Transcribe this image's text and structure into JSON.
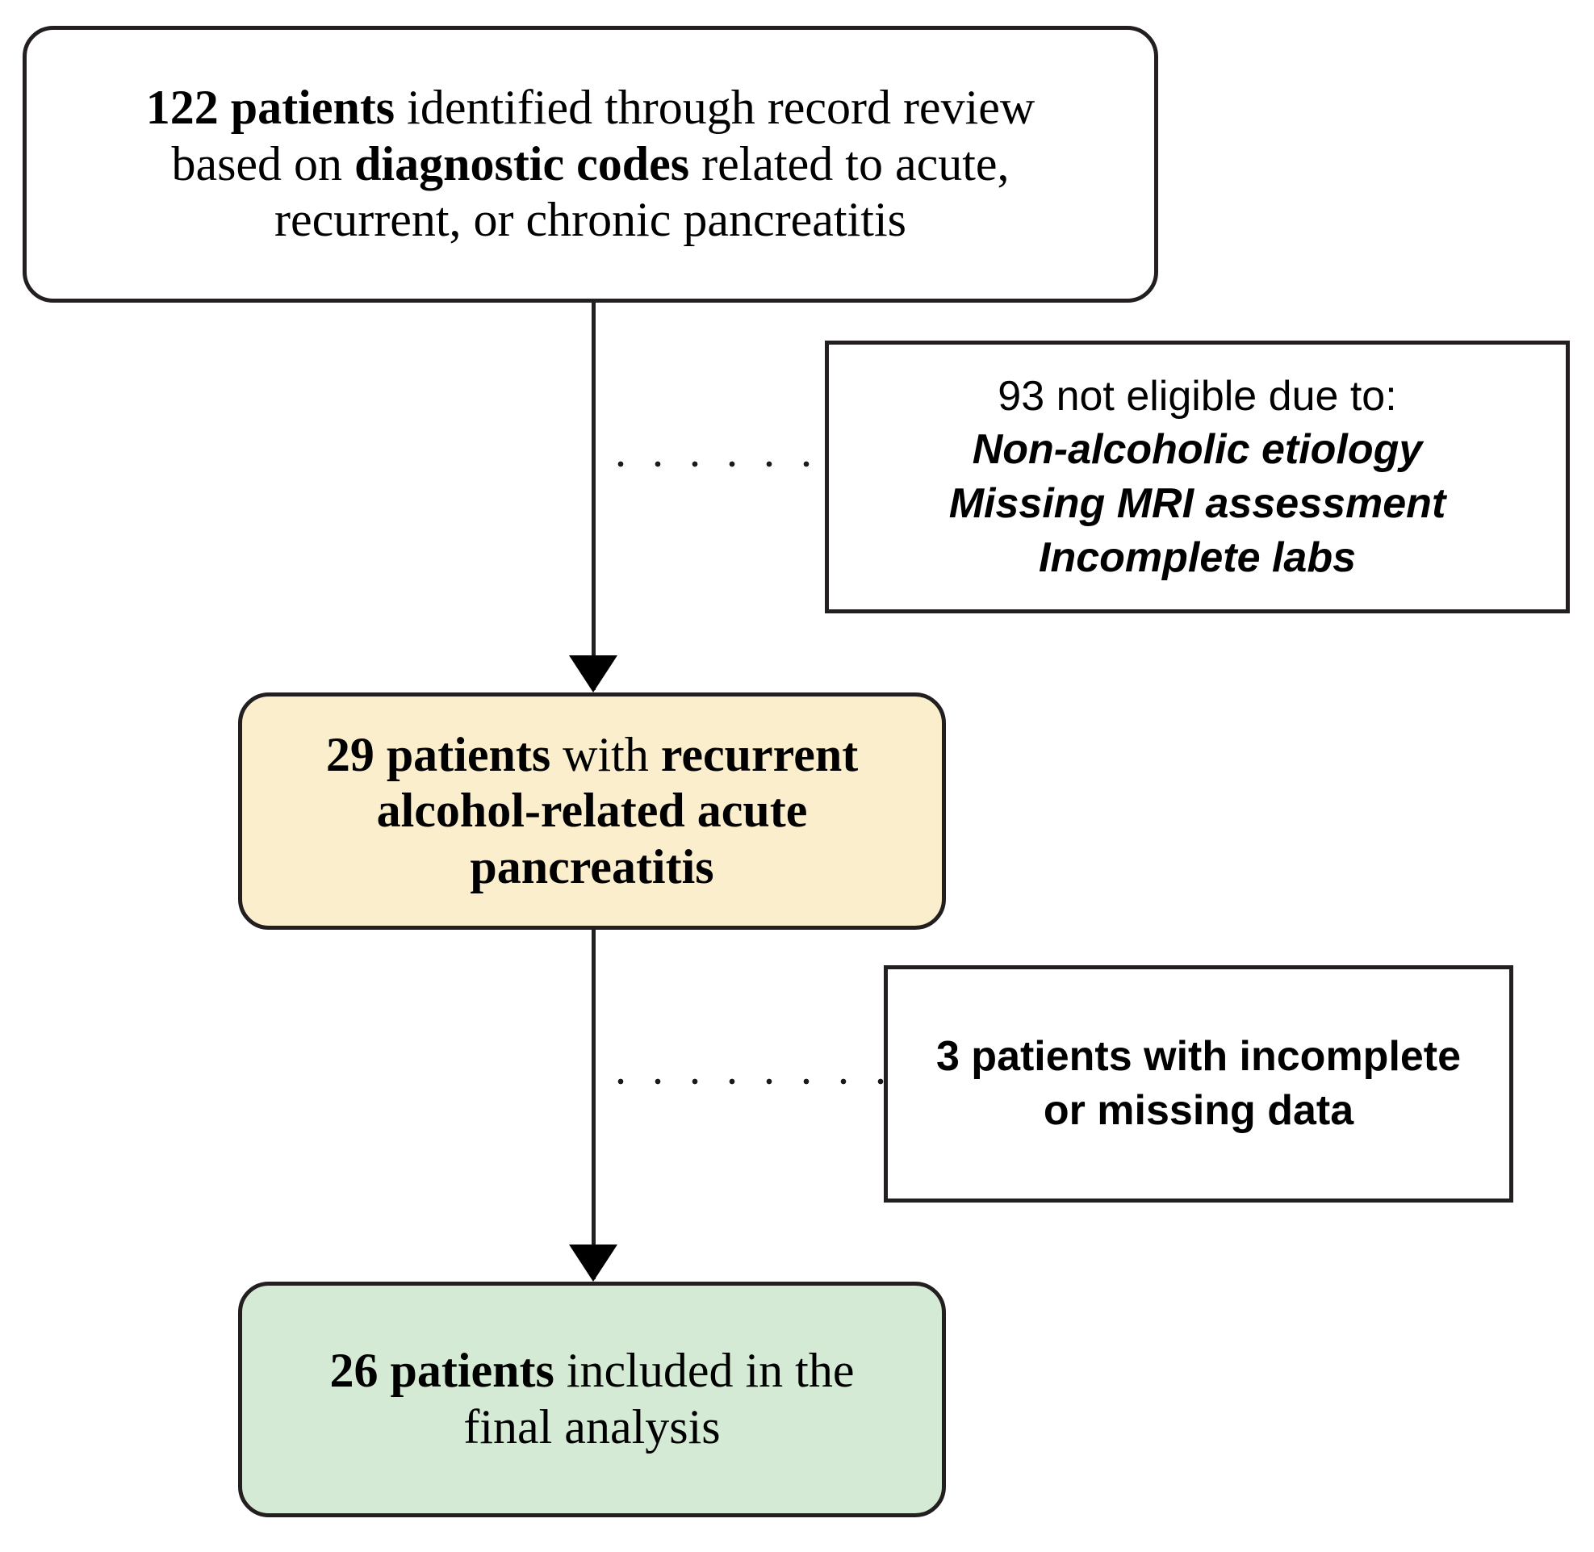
{
  "diagram": {
    "title": "Patient selection flow diagram",
    "colors": {
      "stroke": "#231f20",
      "white_fill": "#ffffff",
      "included_fill": "#fbeecd",
      "final_fill": "#d4ead5",
      "text": "#000000"
    },
    "nodes": {
      "identified": {
        "id": "identified",
        "shape": "rounded-rectangle",
        "fill": "#ffffff",
        "count": "122",
        "lines": [
          {
            "bold": "122 patients",
            "plain": " identified through record review"
          },
          {
            "plain_before": "based on ",
            "bold": "diagnostic codes",
            "plain_after": " related to acute,"
          },
          {
            "plain": "recurrent, or chronic pancreatitis"
          }
        ]
      },
      "not_eligible": {
        "id": "not-eligible",
        "shape": "rectangle",
        "fill": "#ffffff",
        "count": "93",
        "heading": "93 not eligible due to:",
        "reasons": [
          "Non-alcoholic etiology",
          "Missing MRI assessment",
          "Incomplete labs"
        ]
      },
      "recurrent": {
        "id": "recurrent",
        "shape": "rounded-rectangle",
        "fill": "#fbeecd",
        "count": "29",
        "lines": [
          {
            "bold": "29 patients",
            "plain": " with ",
            "bold2": "recurrent"
          },
          {
            "bold": "alcohol-related acute"
          },
          {
            "bold": "pancreatitis"
          }
        ]
      },
      "incomplete": {
        "id": "incomplete",
        "shape": "rectangle",
        "fill": "#ffffff",
        "count": "3",
        "lines": [
          {
            "plain": "3 patients with ",
            "bold": "incomplete"
          },
          {
            "bold": "or missing data"
          }
        ]
      },
      "final": {
        "id": "final",
        "shape": "rounded-rectangle",
        "fill": "#d4ead5",
        "count": "26",
        "lines": [
          {
            "bold": "26 patients",
            "plain": " included in the"
          },
          {
            "plain": "final analysis"
          }
        ]
      }
    },
    "connectors": [
      {
        "id": "identified-to-recurrent",
        "type": "solid-arrow",
        "from": "identified",
        "to": "recurrent",
        "direction": "down"
      },
      {
        "id": "identified-to-not-eligible",
        "type": "dotted",
        "from": "identified",
        "to": "not-eligible",
        "direction": "right"
      },
      {
        "id": "recurrent-to-final",
        "type": "solid-arrow",
        "from": "recurrent",
        "to": "final",
        "direction": "down"
      },
      {
        "id": "recurrent-to-incomplete",
        "type": "dotted",
        "from": "recurrent",
        "to": "incomplete",
        "direction": "right"
      }
    ]
  },
  "text": {
    "identified_l1_bold": "122 patients",
    "identified_l1_rest": " identified through record review",
    "identified_l2_pre": "based on ",
    "identified_l2_bold": "diagnostic codes",
    "identified_l2_post": " related to acute,",
    "identified_l3": "recurrent, or chronic pancreatitis",
    "not_eligible_heading": "93 not eligible due to:",
    "not_eligible_r1": "Non-alcoholic etiology",
    "not_eligible_r2": "Missing MRI assessment",
    "not_eligible_r3": "Incomplete labs",
    "recurrent_l1_bold": "29 patients",
    "recurrent_l1_mid": " with ",
    "recurrent_l1_bold2": "recurrent",
    "recurrent_l2": "alcohol-related acute",
    "recurrent_l3": "pancreatitis",
    "incomplete_l1_pre": "3 patients with ",
    "incomplete_l1_bold": "incomplete",
    "incomplete_l2": "or missing data",
    "final_l1_bold": "26 patients",
    "final_l1_rest": " included in the",
    "final_l2": "final analysis"
  }
}
